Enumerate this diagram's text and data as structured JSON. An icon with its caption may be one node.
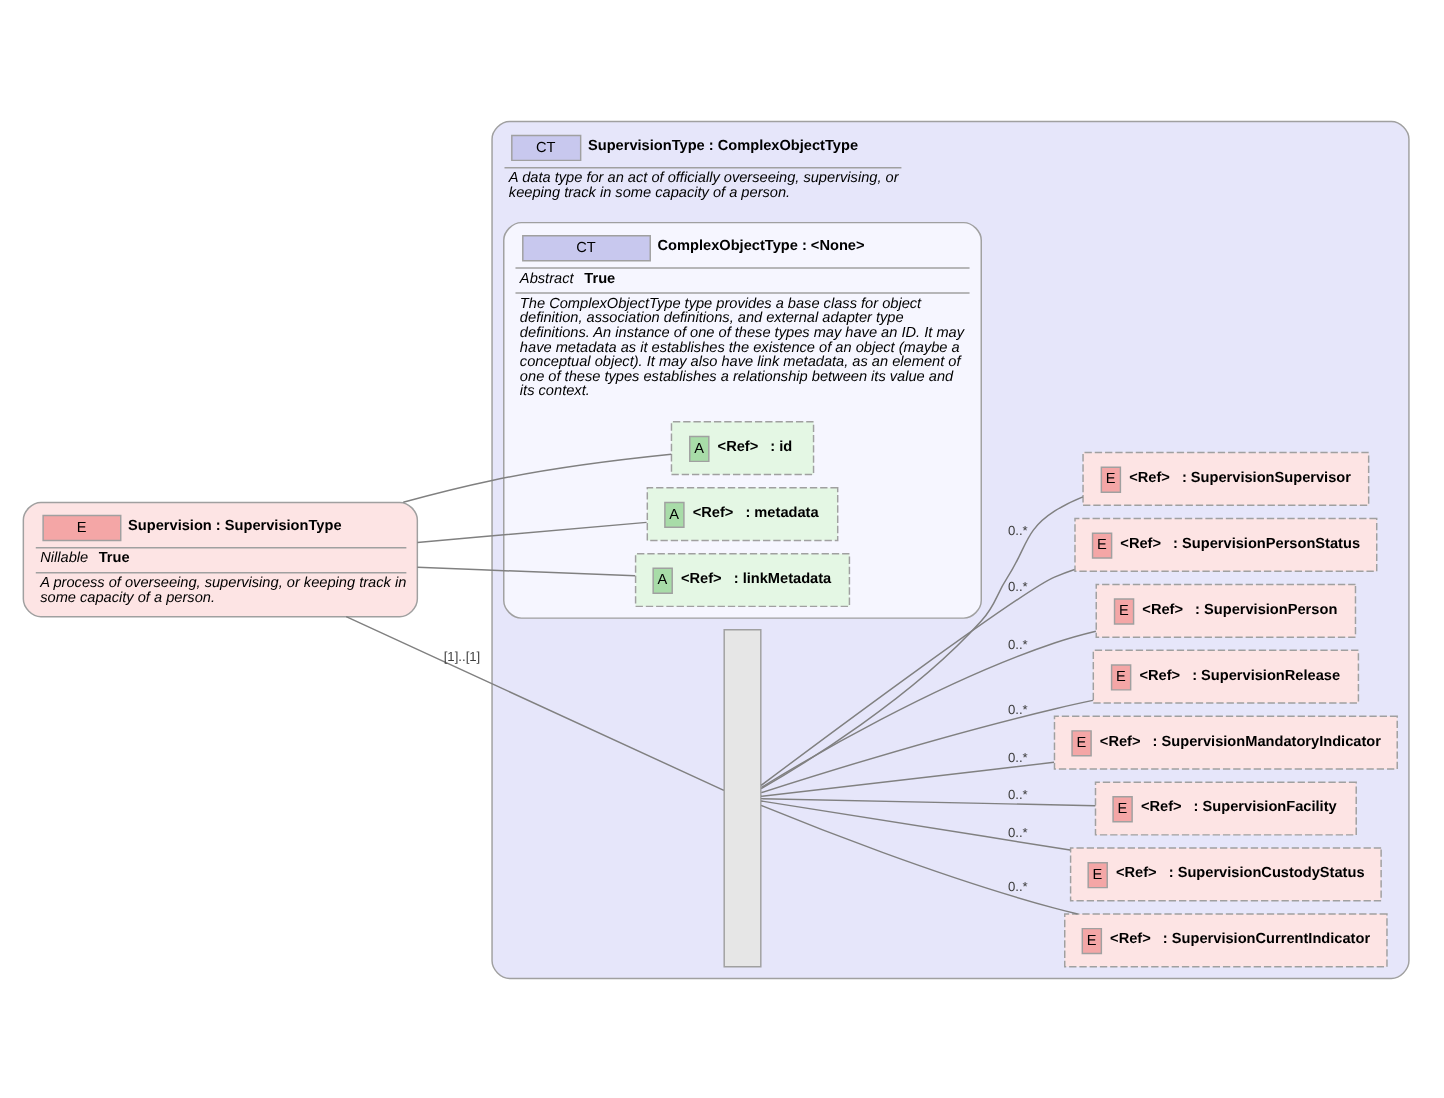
{
  "diagram": {
    "nodes": [
      {
        "text": [
          "E",
          "Supervision : SupervisionType",
          "Nillable",
          "True",
          "A process of overseeing, supervising, or keeping track in some capacity of a person."
        ]
      },
      {
        "text": [
          "CT",
          "SupervisionType : ComplexObjectType",
          "A data type for an act of officially overseeing, supervising, or keeping track in some capacity of a person."
        ]
      },
      {
        "text": [
          "CT",
          "ComplexObjectType : <None>",
          "Abstract",
          "True",
          "The ComplexObjectType type provides a base class for object definition, association definitions, and external adapter type definitions. An instance of one of these types may have an ID. It may have metadata as it establishes the existence of an object (maybe a conceptual object). It may also have link metadata, as an element of one of these types establishes a relationship between its value and its context."
        ],
        "in": 1
      },
      {
        "text": [
          "A",
          "<Ref>",
          ": id"
        ],
        "in": 2
      },
      {
        "text": [
          "A",
          "<Ref>",
          ": metadata"
        ],
        "in": 2
      },
      {
        "text": [
          "A",
          "<Ref>",
          ": linkMetadata"
        ],
        "in": 2
      },
      {
        "text": [],
        "shape": "bar",
        "in": 1
      },
      {
        "text": [
          "E",
          "<Ref>",
          ": SupervisionCurrentIndicator"
        ],
        "in": 1
      },
      {
        "text": [
          "E",
          "<Ref>",
          ": SupervisionCustodyStatus"
        ],
        "in": 1
      },
      {
        "text": [
          "E",
          "<Ref>",
          ": SupervisionFacility"
        ],
        "in": 1
      },
      {
        "text": [
          "E",
          "<Ref>",
          ": SupervisionMandatoryIndicator"
        ],
        "in": 1
      },
      {
        "text": [
          "E",
          "<Ref>",
          ": SupervisionRelease"
        ],
        "in": 1
      },
      {
        "text": [
          "E",
          "<Ref>",
          ": SupervisionPerson"
        ],
        "in": 1
      },
      {
        "text": [
          "E",
          "<Ref>",
          ": SupervisionPersonStatus"
        ],
        "in": 1
      },
      {
        "text": [
          "E",
          "<Ref>",
          ": SupervisionSupervisor"
        ],
        "in": 1
      }
    ],
    "edges": [
      {
        "from": 0,
        "to": 3,
        "arrow": "none"
      },
      {
        "from": 0,
        "to": 4,
        "arrow": "none"
      },
      {
        "from": 0,
        "to": 5,
        "arrow": "none"
      },
      {
        "from": 0,
        "to": 6,
        "arrow": "none",
        "label": "[1]..[1]"
      },
      {
        "from": 6,
        "to": 7,
        "arrow": "none",
        "label": "0..*"
      },
      {
        "from": 6,
        "to": 8,
        "arrow": "none",
        "label": "0..*"
      },
      {
        "from": 6,
        "to": 9,
        "arrow": "none",
        "label": "0..*"
      },
      {
        "from": 6,
        "to": 10,
        "arrow": "none",
        "label": "0..*"
      },
      {
        "from": 6,
        "to": 11,
        "arrow": "none",
        "label": "0..*"
      },
      {
        "from": 6,
        "to": 12,
        "arrow": "none",
        "label": "0..*"
      },
      {
        "from": 6,
        "to": 13,
        "arrow": "none",
        "label": "0..*"
      },
      {
        "from": 6,
        "to": 14,
        "arrow": "none",
        "label": "0..*"
      }
    ]
  }
}
